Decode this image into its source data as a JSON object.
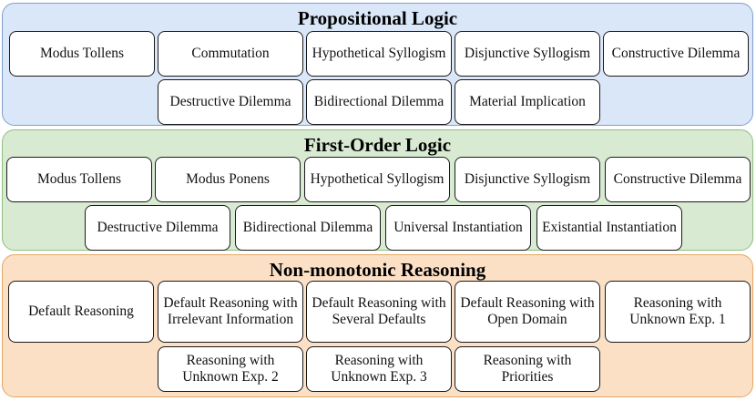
{
  "colors": {
    "propositional_fill": "#dae7f9",
    "propositional_border": "#7f9fcf",
    "first_order_fill": "#d8ebd2",
    "first_order_border": "#8dbf7e",
    "non_monotonic_fill": "#fbe0c5",
    "non_monotonic_border": "#e2a766"
  },
  "sections": [
    {
      "title": "Propositional Logic",
      "rows": [
        [
          "Modus Tollens",
          "Commutation",
          "Hypothetical Syllogism",
          "Disjunctive Syllogism",
          "Constructive Dilemma"
        ],
        [
          "Destructive Dilemma",
          "Bidirectional Dilemma",
          "Material Implication"
        ]
      ]
    },
    {
      "title": "First-Order Logic",
      "rows": [
        [
          "Modus Tollens",
          "Modus Ponens",
          "Hypothetical Syllogism",
          "Disjunctive Syllogism",
          "Constructive Dilemma"
        ],
        [
          "Destructive Dilemma",
          "Bidirectional Dilemma",
          "Universal Instantiation",
          "Existantial Instantiation"
        ]
      ]
    },
    {
      "title": "Non-monotonic Reasoning",
      "rows": [
        [
          "Default Reasoning",
          "Default Reasoning with Irrelevant Information",
          "Default Reasoning with Several Defaults",
          "Default Reasoning with Open Domain",
          "Reasoning with Unknown Exp. 1"
        ],
        [
          "Reasoning with Unknown Exp. 2",
          "Reasoning with Unknown Exp. 3",
          "Reasoning with Priorities"
        ]
      ]
    }
  ]
}
